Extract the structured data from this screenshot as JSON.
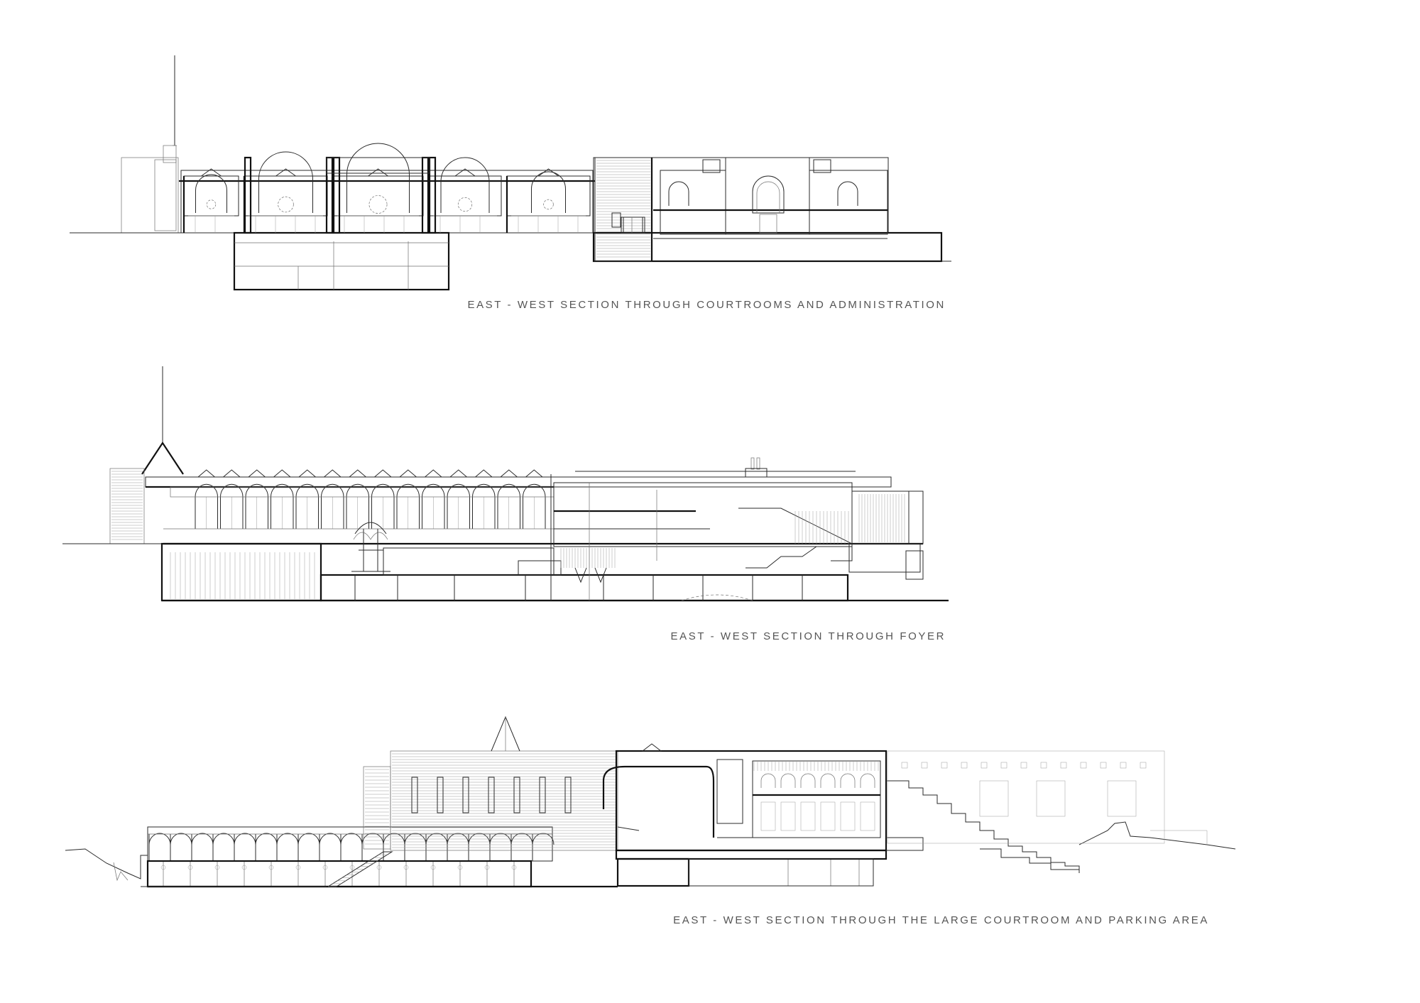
{
  "sections": [
    {
      "caption": "EAST - WEST SECTION THROUGH COURTROOMS AND ADMINISTRATION"
    },
    {
      "caption": "EAST - WEST SECTION THROUGH FOYER"
    },
    {
      "caption": "EAST - WEST SECTION THROUGH THE LARGE COURTROOM AND PARKING AREA"
    }
  ]
}
